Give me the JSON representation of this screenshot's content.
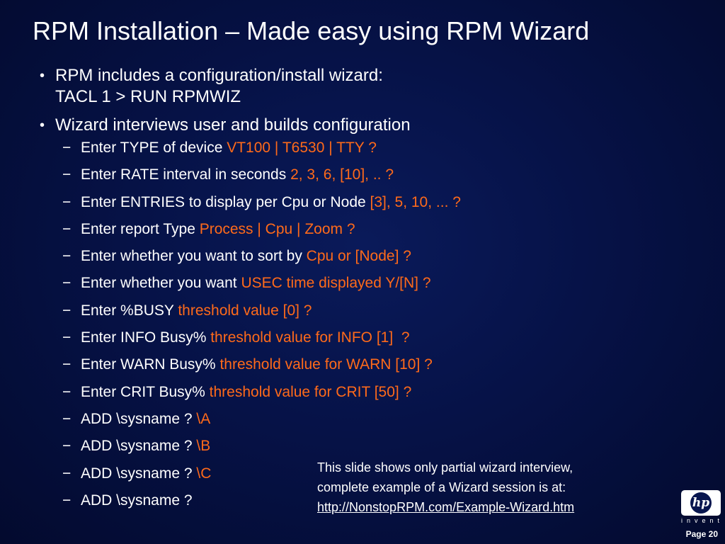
{
  "title": "RPM Installation – Made easy using RPM Wizard",
  "bullets": [
    {
      "line1": "RPM includes a configuration/install wizard:",
      "line2": "TACL 1 > RUN RPMWIZ"
    },
    {
      "text": "Wizard interviews user and builds configuration"
    }
  ],
  "subitems": [
    {
      "text": "Enter TYPE of device ",
      "highlight": "VT100 | T6530 | TTY ?"
    },
    {
      "text": "Enter RATE interval in seconds ",
      "highlight": "2, 3, 6, [10], .. ?"
    },
    {
      "text": "Enter ENTRIES to display per Cpu or Node ",
      "highlight": "[3], 5, 10, ... ?"
    },
    {
      "text": "Enter report Type ",
      "highlight": "Process | Cpu | Zoom ?"
    },
    {
      "text": "Enter whether you want to sort by ",
      "highlight": "Cpu or [Node] ?"
    },
    {
      "text": "Enter whether you want ",
      "highlight": "USEC time displayed Y/[N] ?"
    },
    {
      "text": "Enter %BUSY ",
      "highlight": "threshold value [0] ?"
    },
    {
      "text": "Enter INFO Busy% ",
      "highlight": "threshold value for INFO [1]  ?"
    },
    {
      "text": "Enter WARN Busy% ",
      "highlight": "threshold value for WARN [10] ?"
    },
    {
      "text": "Enter CRIT Busy% ",
      "highlight": "threshold value for CRIT [50] ?"
    },
    {
      "text": "ADD \\sysname ? ",
      "highlight": "\\A"
    },
    {
      "text": "ADD \\sysname ? ",
      "highlight": "\\B"
    },
    {
      "text": "ADD \\sysname ? ",
      "highlight": "\\C"
    },
    {
      "text": "ADD \\sysname ?",
      "highlight": ""
    }
  ],
  "dash": "−",
  "bullet_char": "•",
  "note": {
    "line1": "This slide shows only partial wizard interview,",
    "line2": "complete example of a Wizard session is at:",
    "link": "http://NonstopRPM.com/Example-Wizard.htm"
  },
  "logo": {
    "mark": "hp",
    "tagline": "invent"
  },
  "page_label": "Page 20",
  "colors": {
    "background": "#061247",
    "highlight": "#ff6a1a",
    "text": "#ffffff"
  }
}
